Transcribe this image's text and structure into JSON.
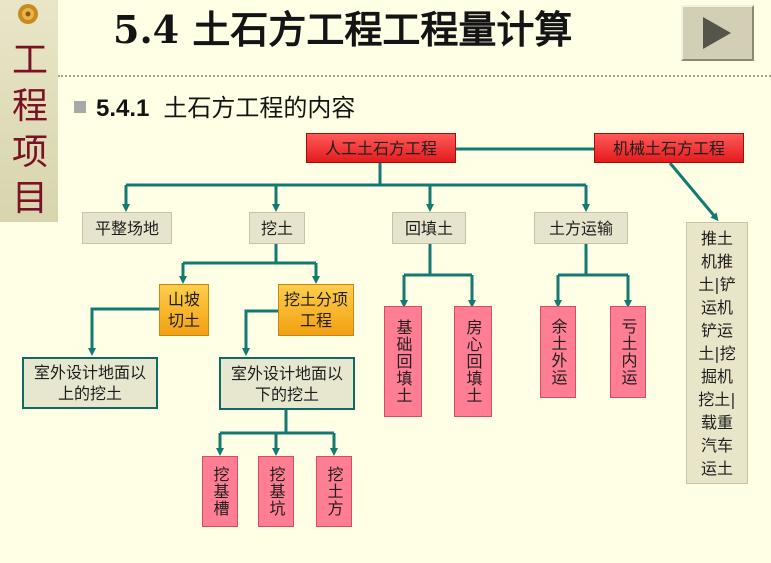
{
  "sidebar": {
    "chars": [
      "工",
      "程",
      "项",
      "目"
    ]
  },
  "title": "5.4 土石方工程工程量计算",
  "subtitle": {
    "number": "5.4.1",
    "text": "土石方工程的内容"
  },
  "nodes": {
    "manual": "人工土石方工程",
    "mechanical": "机械土石方工程",
    "leveling": "平整场地",
    "digging": "挖土",
    "backfill": "回填土",
    "transport": "土方运输",
    "slope_cut": "山坡切土",
    "digging_sub": "挖土分项工程",
    "above_design": "室外设计地面以上的挖土",
    "below_design": "室外设计地面以下的挖土",
    "trench": "挖基槽",
    "pit": "挖基坑",
    "earthwork": "挖土方",
    "foundation_backfill": "基础回填土",
    "room_backfill": "房心回填土",
    "surplus_out": "余土外运",
    "shortage_in": "亏土内运",
    "mech_list": "推土机推土|铲运机铲运土|挖掘机挖土|载重汽车运土"
  },
  "colors": {
    "connector": "#137A72",
    "sidebar_text": "#7A1226",
    "background": "#FFFFE6"
  },
  "icons": {
    "next": "play-icon",
    "bullet": "ornament-icon"
  }
}
